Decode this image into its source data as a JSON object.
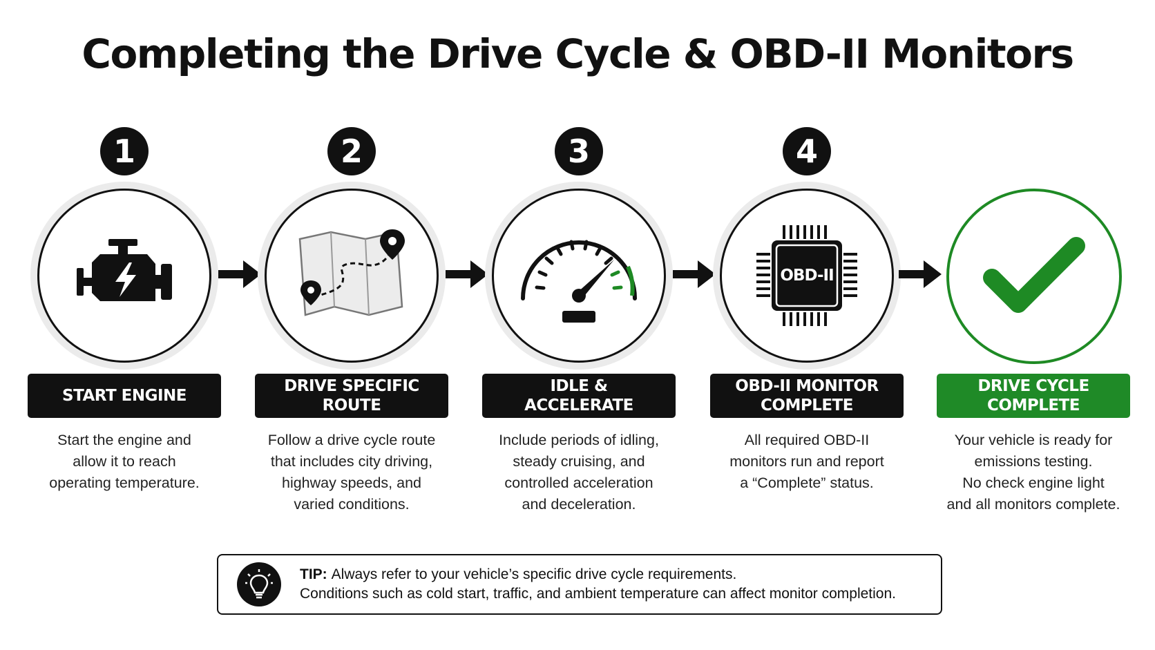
{
  "title": "Completing the Drive Cycle & OBD-II Monitors",
  "steps": [
    {
      "number": "1",
      "label": "START ENGINE",
      "description": "Start the engine and\nallow it to reach\noperating temperature.",
      "icon": "engine-icon"
    },
    {
      "number": "2",
      "label": "DRIVE SPECIFIC ROUTE",
      "description": "Follow a drive cycle route\nthat includes city driving,\nhighway speeds, and\nvaried conditions.",
      "icon": "map-route-icon"
    },
    {
      "number": "3",
      "label": "IDLE & ACCELERATE",
      "description": "Include periods of idling,\nsteady cruising, and\ncontrolled acceleration\nand deceleration.",
      "icon": "speedometer-icon"
    },
    {
      "number": "4",
      "label": "OBD-II MONITOR COMPLETE",
      "description": "All required OBD-II\nmonitors run and report\na “Complete” status.",
      "icon": "chip-icon",
      "chip_text": "OBD-II"
    },
    {
      "label": "DRIVE CYCLE COMPLETE",
      "description": "Your vehicle is ready for\nemissions testing.\nNo check engine light\nand all monitors complete.",
      "icon": "checkmark-icon"
    }
  ],
  "tip": {
    "prefix": "TIP:",
    "line1": "Always refer to your vehicle’s specific drive cycle requirements.",
    "line2": "Conditions such as cold start, traffic, and ambient temperature can affect monitor completion.",
    "icon": "lightbulb-icon"
  },
  "colors": {
    "dark": "#111111",
    "green": "#1f8a27",
    "ring": "#ebebeb"
  }
}
